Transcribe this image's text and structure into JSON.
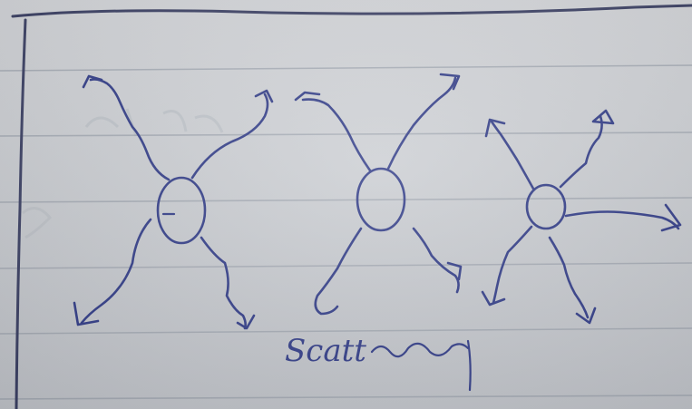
{
  "diagram": {
    "caption": "Scatt",
    "ink_color": "#2f3a86",
    "paper_color": "#c9ccd1",
    "rule_color": "#9aa0ab",
    "particles": [
      {
        "id": "large",
        "arrows": 4
      },
      {
        "id": "medium",
        "arrows": 4
      },
      {
        "id": "small",
        "arrows": 5
      }
    ]
  }
}
